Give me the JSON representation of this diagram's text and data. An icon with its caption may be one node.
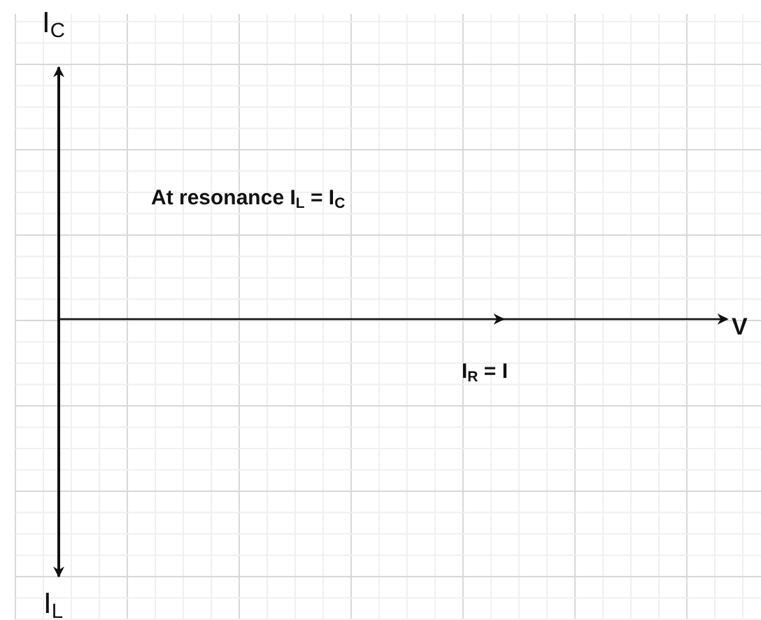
{
  "diagram": {
    "labels": [
      "I$_{C}$",
      "At resonance I$_{L}$ = I$_{C}$",
      "V",
      "I$_{R}$ = I",
      "I$_{L}$"
    ]
  }
}
